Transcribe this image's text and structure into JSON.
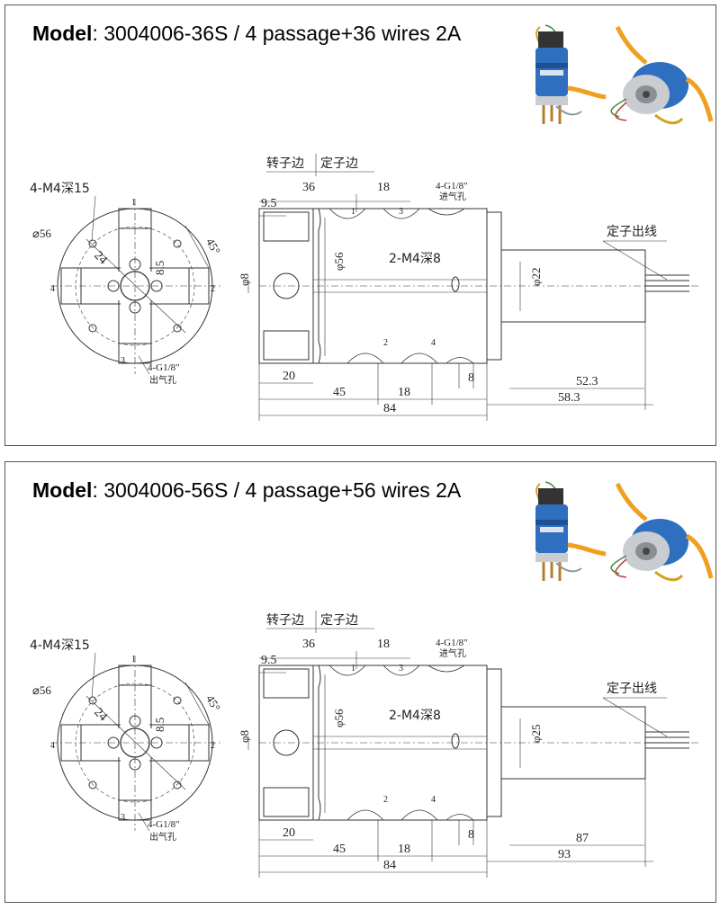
{
  "panels": [
    {
      "model_label": "Model",
      "model_text": ": 3004006-36S / 4 passage+36 wires 2A",
      "labels": {
        "rotor_side": "转子边",
        "stator_side": "定子边",
        "d36": "36",
        "d18_top": "18",
        "d9_5": "9.5",
        "g18_top": "4-G1/8\"",
        "g18_top_cn": "进气孔",
        "phi56": "φ56",
        "m4_8": "2-M4深8",
        "phi8": "φ8",
        "shaft_dia": "φ22",
        "stator_out": "定子出线",
        "d20": "20",
        "d45": "45",
        "d18_bot": "18",
        "d8": "8",
        "d84": "84",
        "shaft_len": "52.3",
        "total_len": "58.3",
        "m4_15": "4-M4深15",
        "dia56_front": "⌀56",
        "d24": "24",
        "d8_5": "8.5",
        "deg45": "45°",
        "g18_bot": "4-G1/8\"",
        "g18_bot_cn": "出气孔",
        "p1": "1",
        "p2": "2",
        "p3": "3",
        "p4": "4",
        "s1": "1",
        "s3": "3",
        "s2": "2",
        "s4": "4"
      }
    },
    {
      "model_label": "Model",
      "model_text": ": 3004006-56S / 4 passage+56 wires 2A",
      "labels": {
        "rotor_side": "转子边",
        "stator_side": "定子边",
        "d36": "36",
        "d18_top": "18",
        "d9_5": "9.5",
        "g18_top": "4-G1/8\"",
        "g18_top_cn": "进气孔",
        "phi56": "φ56",
        "m4_8": "2-M4深8",
        "phi8": "φ8",
        "shaft_dia": "φ25",
        "stator_out": "定子出线",
        "d20": "20",
        "d45": "45",
        "d18_bot": "18",
        "d8": "8",
        "d84": "84",
        "shaft_len": "87",
        "total_len": "93",
        "m4_15": "4-M4深15",
        "dia56_front": "⌀56",
        "d24": "24",
        "d8_5": "8.5",
        "deg45": "45°",
        "g18_bot": "4-G1/8\"",
        "g18_bot_cn": "出气孔",
        "p1": "1",
        "p2": "2",
        "p3": "3",
        "p4": "4",
        "s1": "1",
        "s3": "3",
        "s2": "2",
        "s4": "4"
      }
    }
  ],
  "colors": {
    "line": "#333333",
    "housing_blue": "#2f6fc0",
    "orange_hose": "#f0a020",
    "border": "#555555"
  },
  "icons": [
    "slip-ring-photo-1",
    "slip-ring-photo-2"
  ]
}
